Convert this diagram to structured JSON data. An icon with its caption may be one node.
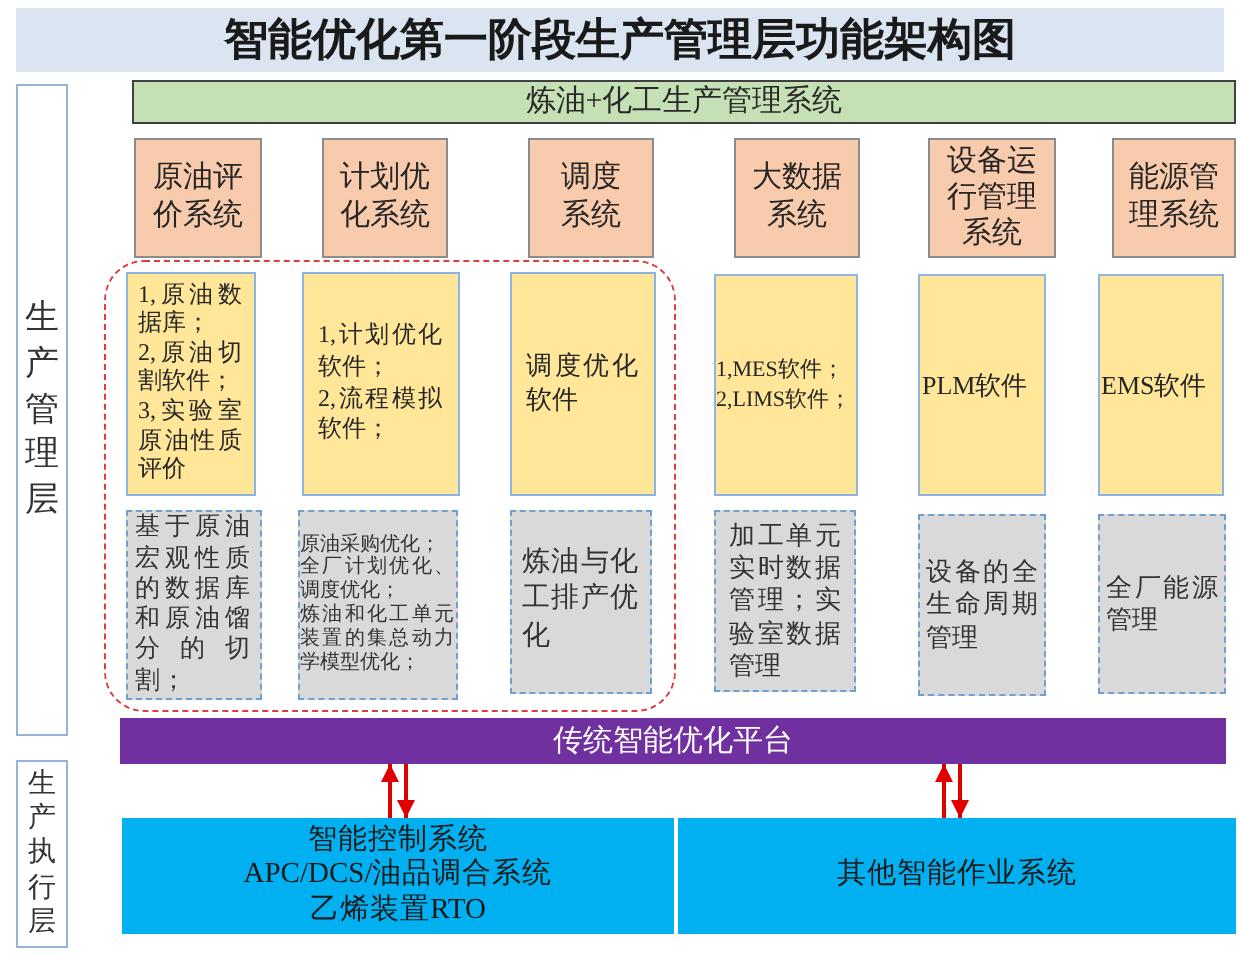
{
  "diagram": {
    "title": "智能优化第一阶段生产管理层功能架构图",
    "nodes": [
      {
        "text": [
          "生产管理层"
        ]
      },
      {
        "text": [
          "炼油+化工生产管理系统"
        ]
      },
      {
        "text": [
          "原油评价系统"
        ]
      },
      {
        "text": [
          "计划优化系统"
        ]
      },
      {
        "text": [
          "调度系统"
        ]
      },
      {
        "text": [
          "大数据系统"
        ]
      },
      {
        "text": [
          "设备运行管理系统"
        ]
      },
      {
        "text": [
          "能源管理系统"
        ]
      },
      {
        "text": [],
        "shape": "box"
      },
      {
        "text": [
          "1,原油数据库；",
          "2,原油切割软件；",
          "3,实验室原油性质评价"
        ],
        "in": 8
      },
      {
        "text": [
          "1,计划优化软件；",
          "2,流程模拟软件；"
        ],
        "in": 8
      },
      {
        "text": [
          "调度优化软件"
        ],
        "in": 8
      },
      {
        "text": [
          "1,MES软件；",
          "2,LIMS软件；"
        ]
      },
      {
        "text": [
          "PLM软件"
        ]
      },
      {
        "text": [
          "EMS软件"
        ]
      },
      {
        "text": [
          "基于原油宏观性质的数据库和原油馏分的切割；"
        ],
        "in": 8
      },
      {
        "text": [
          "原油采购优化；",
          "全厂计划优化、调度优化；",
          "炼油和化工单元装置的集总动力学模型优化；"
        ],
        "in": 8
      },
      {
        "text": [
          "炼油与化工排产优化"
        ],
        "in": 8
      },
      {
        "text": [
          "加工单元实时数据管理；实验室数据管理"
        ]
      },
      {
        "text": [
          "设备的全生命周期管理"
        ]
      },
      {
        "text": [
          "全厂能源管理"
        ]
      },
      {
        "text": [
          "传统智能优化平台"
        ]
      },
      {
        "text": [
          "生产执行层"
        ]
      },
      {
        "text": [
          "智能控制系统",
          "APC/DCS/油品调合系统",
          "乙烯装置RTO"
        ]
      },
      {
        "text": [
          "其他智能作业系统"
        ]
      }
    ],
    "edges": [
      {
        "from": 23,
        "to": 21,
        "arrow": "to"
      },
      {
        "from": 21,
        "to": 23,
        "arrow": "to"
      },
      {
        "from": 24,
        "to": 21,
        "arrow": "to"
      },
      {
        "from": 21,
        "to": 24,
        "arrow": "to"
      }
    ]
  }
}
